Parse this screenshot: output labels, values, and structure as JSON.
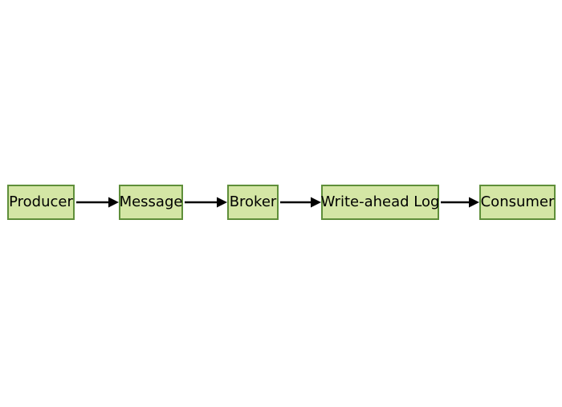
{
  "diagram": {
    "type": "flow",
    "direction": "left-to-right",
    "nodes": [
      {
        "id": "producer",
        "label": "Producer"
      },
      {
        "id": "message",
        "label": "Message"
      },
      {
        "id": "broker",
        "label": "Broker"
      },
      {
        "id": "wal",
        "label": "Write-ahead Log"
      },
      {
        "id": "consumer",
        "label": "Consumer"
      }
    ],
    "edges": [
      {
        "from": "Producer",
        "to": "Message"
      },
      {
        "from": "Message",
        "to": "Broker"
      },
      {
        "from": "Broker",
        "to": "Write-ahead Log"
      },
      {
        "from": "Write-ahead Log",
        "to": "Consumer"
      }
    ],
    "colors": {
      "background": "#ffffff",
      "node_fill": "#d4e6a5",
      "node_border": "#5f8f3a",
      "node_text": "#000000",
      "arrow": "#000000"
    }
  }
}
